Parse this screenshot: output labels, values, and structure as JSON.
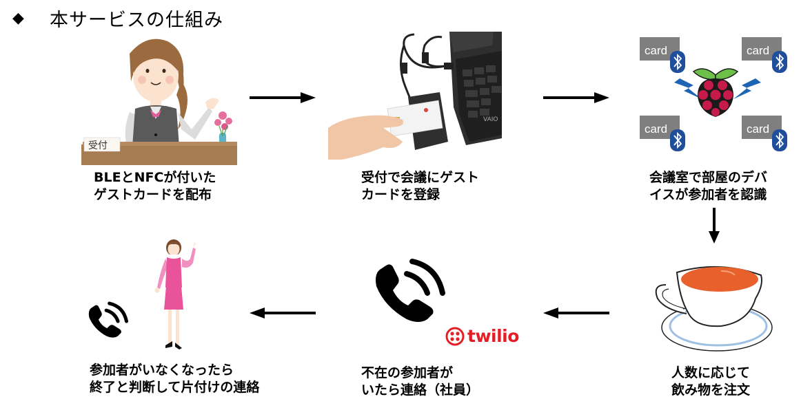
{
  "title": {
    "bullet": "◆",
    "text": "本サービスの仕組み"
  },
  "steps": [
    {
      "id": "distribute",
      "illustration": "receptionist-icon",
      "sign_text": "受付",
      "caption": [
        "BLEとNFCが付いた",
        "ゲストカードを配布"
      ]
    },
    {
      "id": "register",
      "illustration": "card-reader-laptop-icon",
      "laptop_brand": "VAIO",
      "caption": [
        "受付で会議にゲスト",
        "カードを登録"
      ]
    },
    {
      "id": "recognize",
      "illustration": "raspberry-pi-bluetooth-icon",
      "card_label": "card",
      "caption": [
        "会議室で部屋のデバ",
        "イスが参加者を認識"
      ]
    },
    {
      "id": "order",
      "illustration": "teacup-icon",
      "caption": [
        "人数に応じて",
        "飲み物を注文"
      ]
    },
    {
      "id": "contact-absent",
      "illustration": "phone-call-icon",
      "brand": "twilio",
      "caption": [
        "不在の参加者が",
        "いたら連絡（社員）"
      ]
    },
    {
      "id": "cleanup",
      "illustration": "staff-woman-phone-icon",
      "caption": [
        "参加者がいなくなったら",
        "終了と判断して片付けの連絡"
      ]
    }
  ],
  "colors": {
    "arrow": "#000000",
    "card_gray": "#7f7f7f",
    "bluetooth": "#1f4e9a",
    "bolt": "#1e64b4",
    "raspberry": "#c51a4a",
    "leaf": "#6cc04a",
    "twilio_red": "#e31e26",
    "desk": "#a67c52",
    "tea": "#e8612c",
    "pink": "#e8539a"
  }
}
